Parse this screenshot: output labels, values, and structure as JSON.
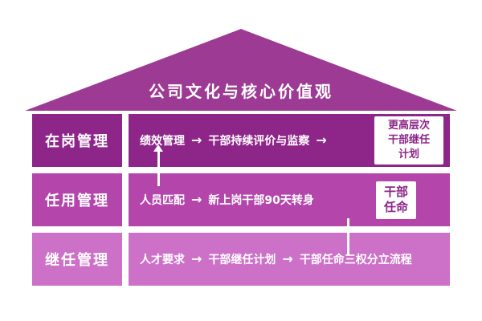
{
  "background": "#ffffff",
  "glyphs": {
    "arrow_right": "→"
  },
  "colors": {
    "roof": "#9d3a94",
    "row1": "#8e2589",
    "row2": "#b445ab",
    "row3": "#cc70c8",
    "callout_bg": "#ffffff",
    "callout_text": "#8e2589",
    "text": "#ffffff"
  },
  "roof": {
    "title": "公司文化与核心价值观"
  },
  "rows": [
    {
      "label": "在岗管理",
      "steps": [
        "绩效管理",
        "干部持续评价与监察"
      ],
      "end_box": [
        "更高层次",
        "干部继任",
        "计划"
      ]
    },
    {
      "label": "任用管理",
      "steps": [
        "人员匹配",
        "新上岗干部90天转身"
      ],
      "end_box": [
        "干部",
        "任命"
      ]
    },
    {
      "label": "继任管理",
      "steps": [
        "人才要求",
        "干部继任计划",
        "干部任命三权分立流程"
      ]
    }
  ]
}
